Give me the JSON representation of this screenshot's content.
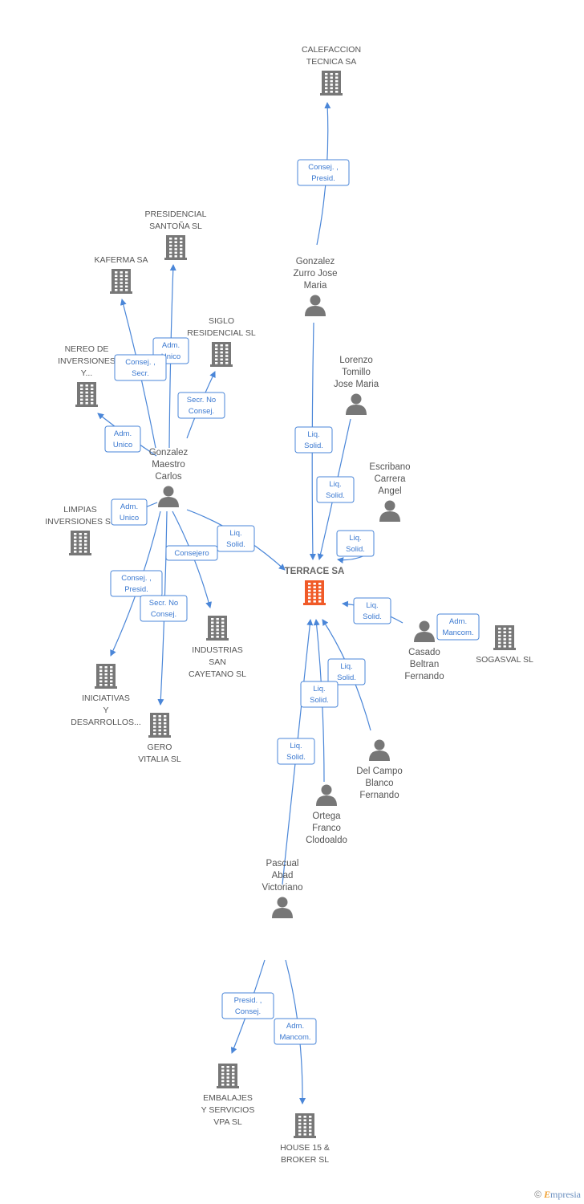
{
  "colors": {
    "edge": "#4a86d8",
    "node": "#777777",
    "main_node": "#f05a28",
    "label": "#555555"
  },
  "footer": {
    "copyright": "©",
    "brand_initial": "E",
    "brand_rest": "mpresia"
  },
  "nodes": [
    {
      "id": "terrace",
      "type": "company",
      "main": true,
      "label": [
        "TERRACE SA"
      ]
    },
    {
      "id": "calefaccion",
      "type": "company",
      "label": [
        "CALEFACCION",
        "TECNICA SA"
      ]
    },
    {
      "id": "presidencial",
      "type": "company",
      "label": [
        "PRESIDENCIAL",
        "SANTOÑA SL"
      ]
    },
    {
      "id": "kaferma",
      "type": "company",
      "label": [
        "KAFERMA SA"
      ]
    },
    {
      "id": "siglo",
      "type": "company",
      "label": [
        "SIGLO",
        "RESIDENCIAL SL"
      ]
    },
    {
      "id": "nereo",
      "type": "company",
      "label": [
        "NEREO DE",
        "INVERSIONES",
        "Y..."
      ]
    },
    {
      "id": "limpias",
      "type": "company",
      "label": [
        "LIMPIAS",
        "INVERSIONES SL"
      ]
    },
    {
      "id": "industrias",
      "type": "company",
      "label": [
        "INDUSTRIAS",
        "SAN",
        "CAYETANO SL"
      ]
    },
    {
      "id": "iniciativas",
      "type": "company",
      "label": [
        "INICIATIVAS",
        "Y",
        "DESARROLLOS..."
      ]
    },
    {
      "id": "gero",
      "type": "company",
      "label": [
        "GERO",
        "VITALIA SL"
      ]
    },
    {
      "id": "sogasval",
      "type": "company",
      "label": [
        "SOGASVAL SL"
      ]
    },
    {
      "id": "embalajes",
      "type": "company",
      "label": [
        "EMBALAJES",
        "Y SERVICIOS",
        "VPA SL"
      ]
    },
    {
      "id": "house15",
      "type": "company",
      "label": [
        "HOUSE 15 &",
        "BROKER SL"
      ]
    },
    {
      "id": "zurro",
      "type": "person",
      "label": [
        "Gonzalez",
        "Zurro Jose",
        "Maria"
      ]
    },
    {
      "id": "tomillo",
      "type": "person",
      "label": [
        "Lorenzo",
        "Tomillo",
        "Jose Maria"
      ]
    },
    {
      "id": "escribano",
      "type": "person",
      "label": [
        "Escribano",
        "Carrera",
        "Angel"
      ]
    },
    {
      "id": "maestro",
      "type": "person",
      "label": [
        "Gonzalez",
        "Maestro",
        "Carlos"
      ]
    },
    {
      "id": "casado",
      "type": "person",
      "label": [
        "Casado",
        "Beltran",
        "Fernando"
      ]
    },
    {
      "id": "delcampo",
      "type": "person",
      "label": [
        "Del Campo",
        "Blanco",
        "Fernando"
      ]
    },
    {
      "id": "ortega",
      "type": "person",
      "label": [
        "Ortega",
        "Franco",
        "Clodoaldo"
      ]
    },
    {
      "id": "pascual",
      "type": "person",
      "label": [
        "Pascual",
        "Abad",
        "Victoriano"
      ]
    }
  ],
  "edges": [
    {
      "from": "zurro",
      "to": "calefaccion",
      "role": [
        "Consej. ,",
        "Presid."
      ]
    },
    {
      "from": "zurro",
      "to": "terrace",
      "role": [
        "Liq.",
        "Solid."
      ]
    },
    {
      "from": "tomillo",
      "to": "terrace",
      "role": [
        "Liq.",
        "Solid."
      ]
    },
    {
      "from": "escribano",
      "to": "terrace",
      "role": [
        "Liq.",
        "Solid."
      ]
    },
    {
      "from": "maestro",
      "to": "presidencial",
      "role": [
        "Adm.",
        "Unico"
      ]
    },
    {
      "from": "maestro",
      "to": "kaferma",
      "role": [
        "Consej. ,",
        "Secr."
      ]
    },
    {
      "from": "maestro",
      "to": "siglo",
      "role": [
        "Secr. No",
        "Consej."
      ]
    },
    {
      "from": "maestro",
      "to": "nereo",
      "role": [
        "Adm.",
        "Unico"
      ]
    },
    {
      "from": "maestro",
      "to": "limpias",
      "role": [
        "Adm.",
        "Unico"
      ]
    },
    {
      "from": "maestro",
      "to": "terrace",
      "role": [
        "Liq.",
        "Solid."
      ]
    },
    {
      "from": "maestro",
      "to": "industrias",
      "role": [
        "Consejero"
      ]
    },
    {
      "from": "maestro",
      "to": "iniciativas",
      "role": [
        "Consej. ,",
        "Presid."
      ]
    },
    {
      "from": "maestro",
      "to": "gero",
      "role": [
        "Secr. No",
        "Consej."
      ]
    },
    {
      "from": "casado",
      "to": "terrace",
      "role": [
        "Liq.",
        "Solid."
      ]
    },
    {
      "from": "casado",
      "to": "sogasval",
      "role": [
        "Adm.",
        "Mancom."
      ]
    },
    {
      "from": "delcampo",
      "to": "terrace",
      "role": [
        "Liq.",
        "Solid."
      ]
    },
    {
      "from": "ortega",
      "to": "terrace",
      "role": [
        "Liq.",
        "Solid."
      ]
    },
    {
      "from": "pascual",
      "to": "terrace",
      "role": [
        "Liq.",
        "Solid."
      ]
    },
    {
      "from": "pascual",
      "to": "embalajes",
      "role": [
        "Presid. ,",
        "Consej."
      ]
    },
    {
      "from": "pascual",
      "to": "house15",
      "role": [
        "Adm.",
        "Mancom."
      ]
    }
  ]
}
